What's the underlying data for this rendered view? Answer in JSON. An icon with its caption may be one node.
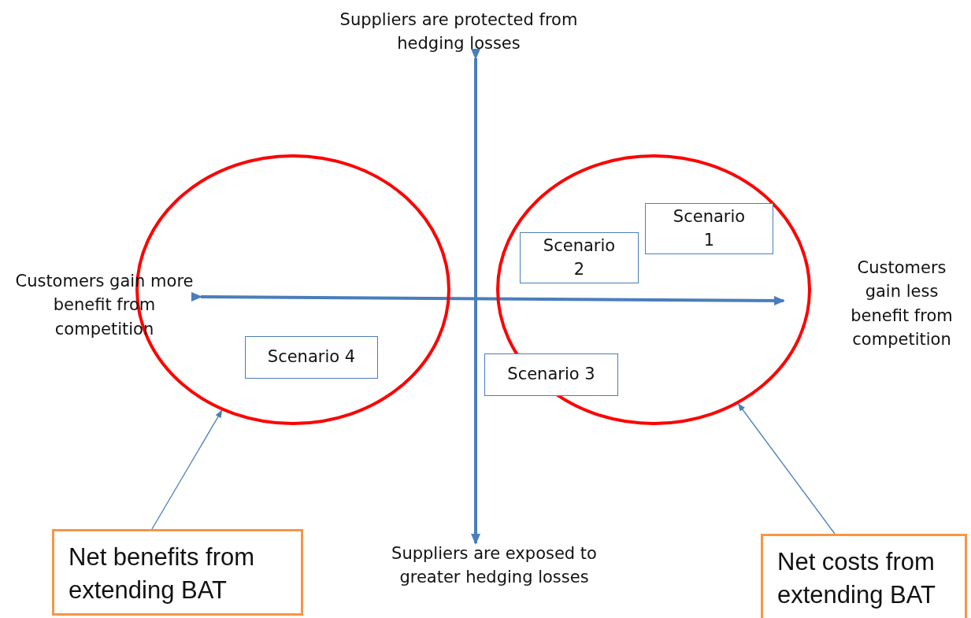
{
  "diagram": {
    "nodes": [
      {
        "text": [],
        "shape": "circle"
      },
      {
        "text": [],
        "shape": "circle"
      },
      {
        "text": [
          "Scenario 1"
        ],
        "in": 1
      },
      {
        "text": [
          "Scenario 2"
        ],
        "in": 1
      },
      {
        "text": [
          "Scenario 3"
        ]
      },
      {
        "text": [
          "Scenario 4"
        ],
        "in": 0
      },
      {
        "text": [
          "Net benefits from extending BAT"
        ]
      },
      {
        "text": [
          "Net costs from extending BAT"
        ]
      }
    ],
    "edges": [
      {
        "from": 6,
        "to": 0,
        "arrow": "to"
      },
      {
        "from": 7,
        "to": 1,
        "arrow": "to"
      }
    ],
    "labels": [
      "Suppliers are protected from hedging losses",
      "Customers gain more benefit from competition",
      "Customers gain less benefit from competition",
      "Suppliers are exposed to greater hedging losses"
    ]
  }
}
